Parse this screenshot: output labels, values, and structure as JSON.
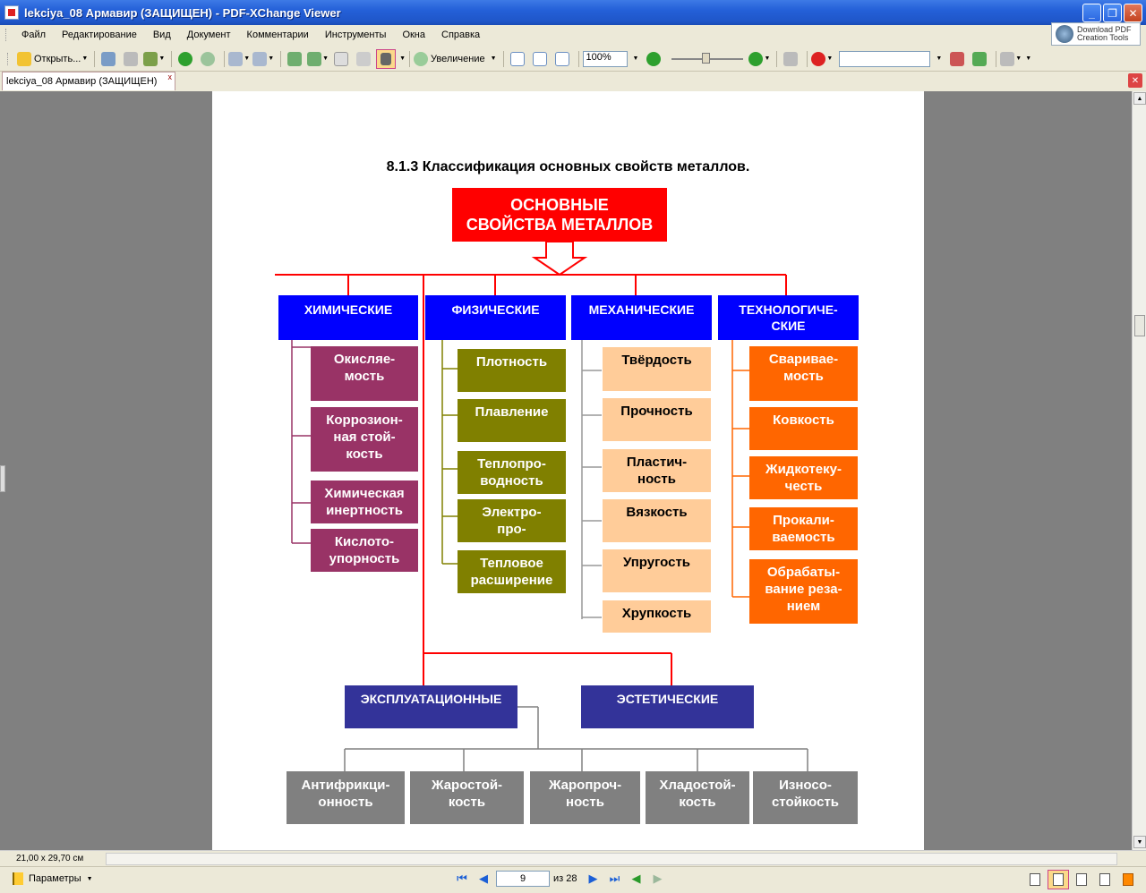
{
  "window": {
    "title": "lekciya_08 Армавир (ЗАЩИЩЕН) - PDF-XChange Viewer",
    "minimize": "_",
    "restore": "❐",
    "close": "✕"
  },
  "menu": [
    "Файл",
    "Редактирование",
    "Вид",
    "Документ",
    "Комментарии",
    "Инструменты",
    "Окна",
    "Справка"
  ],
  "promo": {
    "line1": "Download PDF",
    "line2": "Creation Tools",
    "icon": "globe-cursor-icon"
  },
  "toolbar": {
    "open_label": "Открыть...",
    "zoom_label": "Увеличение",
    "zoom_value": "100%"
  },
  "tab": {
    "label": "lekciya_08 Армавир (ЗАЩИЩЕН)",
    "close": "x"
  },
  "statusbar": {
    "page_size": "21,00 x 29,70 см",
    "params_label": "Параметры",
    "current_page": "9",
    "page_of": "из 28"
  },
  "diagram": {
    "title": "8.1.3 Классификация основных свойств металлов.",
    "main": "ОСНОВНЫЕ\nСВОЙСТВА МЕТАЛЛОВ",
    "categories": {
      "chem": "ХИМИЧЕСКИЕ",
      "phys": "ФИЗИЧЕСКИЕ",
      "mech": "МЕХАНИЧЕСКИЕ",
      "tech": "ТЕХНОЛОГИЧЕ-\nСКИЕ"
    },
    "chem_items": [
      "Окисляе-\nмость",
      "Коррозион-\nная стой-\nкость",
      "Химическая\nинертность",
      "Кислото-\nупорность"
    ],
    "phys_items": [
      "Плотность",
      "Плавление",
      "Теплопро-\nводность",
      "Электро-\nпро-",
      "Тепловое\nрасширение"
    ],
    "mech_items": [
      "Твёрдость",
      "Прочность",
      "Пластич-\nность",
      "Вязкость",
      "Упругость",
      "Хрупкость"
    ],
    "tech_items": [
      "Сваривае-\nмость",
      "Ковкость",
      "Жидкотеку-\nчесть",
      "Прокали-\nваемость",
      "Обрабаты-\nвание реза-\nнием"
    ],
    "bottom_categories": {
      "expl": "ЭКСПЛУАТАЦИОННЫЕ",
      "aest": "ЭСТЕТИЧЕСКИЕ"
    },
    "expl_items": [
      "Антифрикци-\nонность",
      "Жаростой-\nкость",
      "Жаропроч-\nность",
      "Хладостой-\nкость",
      "Износо-\nстойкость"
    ],
    "colors": {
      "main": "#ff0000",
      "category": "#0000ff",
      "chem": "#993366",
      "phys": "#808000",
      "mech": "#ffcc99",
      "tech": "#ff6600",
      "bottom_category": "#333399",
      "expl": "#808080"
    }
  }
}
